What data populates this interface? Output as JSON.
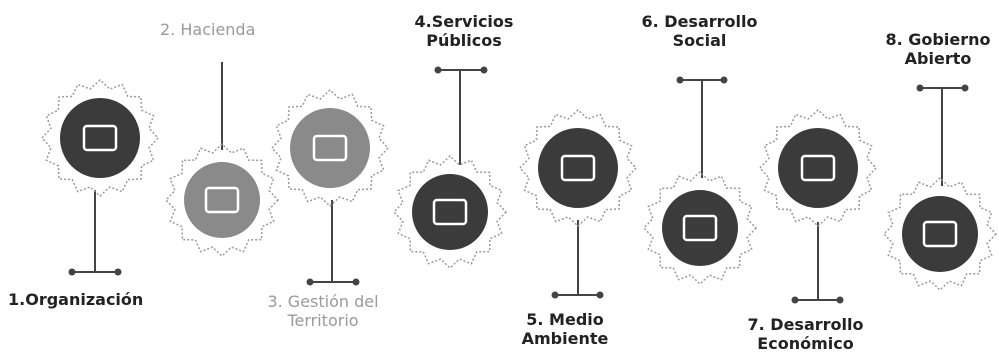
{
  "steps": [
    {
      "number": "1.",
      "label": "Organización",
      "icon": "organization-icon",
      "faded": false
    },
    {
      "number": "2.",
      "label": "Hacienda",
      "icon": "finance-icon",
      "faded": true
    },
    {
      "number": "3.",
      "label": "Gestión del Territorio",
      "icon": "territory-icon",
      "faded": true
    },
    {
      "number": "4.",
      "label": "Servicios Públicos",
      "icon": "public-services-icon",
      "faded": false
    },
    {
      "number": "5.",
      "label": "Medio Ambiente",
      "icon": "environment-icon",
      "faded": false
    },
    {
      "number": "6.",
      "label": "Desarrollo Social",
      "icon": "social-icon",
      "faded": false
    },
    {
      "number": "7.",
      "label": "Desarrollo Económico",
      "icon": "economic-chart-icon",
      "faded": false
    },
    {
      "number": "8.",
      "label": "Gobierno Abierto",
      "icon": "open-government-icon",
      "faded": false
    }
  ],
  "colors": {
    "gear_dark": "#3b3b3b",
    "gear_faded": "#8a8a8a",
    "line": "#444444"
  }
}
